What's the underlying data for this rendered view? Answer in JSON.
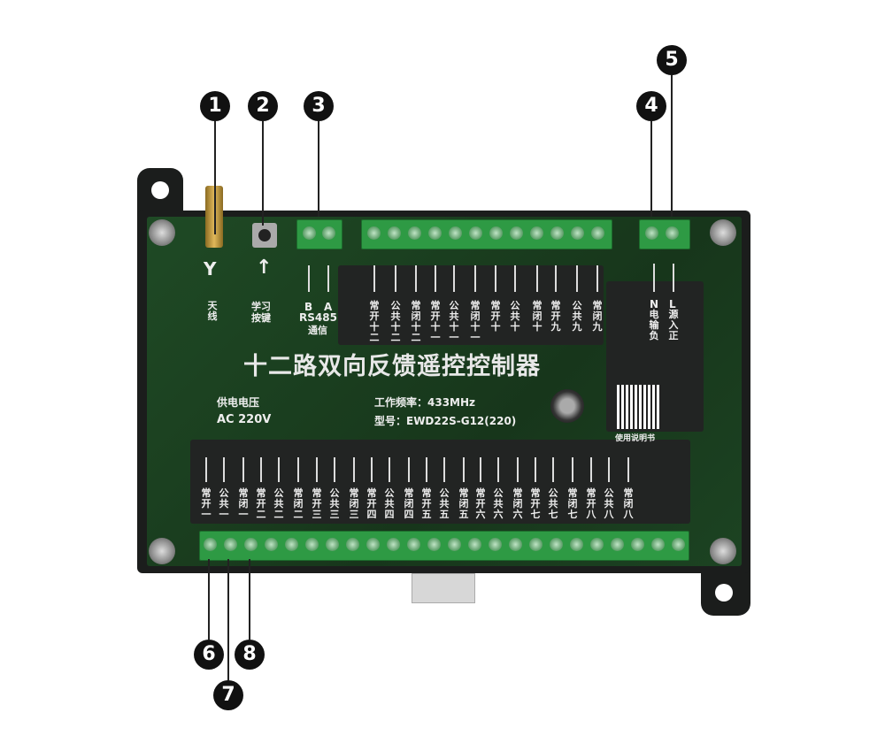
{
  "product": {
    "title": "十二路双向反馈遥控控制器",
    "supply_label": "供电电压",
    "supply_value": "AC 220V",
    "frequency": "工作频率：433MHz",
    "model": "型号：EWD22S-G12(220)",
    "manual": "使用说明书"
  },
  "board_labels": {
    "antenna": "天线",
    "learn_button": "学习按键",
    "rs485_b": "B",
    "rs485_a": "A",
    "rs485": "RS485",
    "rs485_comm": "通信",
    "n": "N",
    "n_chars": "电输负",
    "l": "L",
    "l_chars": "源入正"
  },
  "top_relay_labels": [
    "常开十二",
    "公共十二",
    "常闭十二",
    "常开十一",
    "公共十一",
    "常闭十一",
    "常开十",
    "公共十",
    "常闭十",
    "常开九",
    "公共九",
    "常闭九"
  ],
  "bottom_relay_labels": [
    "常开一",
    "公共一",
    "常闭一",
    "常开二",
    "公共二",
    "常闭二",
    "常开三",
    "公共三",
    "常闭三",
    "常开四",
    "公共四",
    "常闭四",
    "常开五",
    "公共五",
    "常闭五",
    "常开六",
    "公共六",
    "常闭六",
    "常开七",
    "公共七",
    "常闭七",
    "常开八",
    "公共八",
    "常闭八"
  ],
  "callouts": [
    "1",
    "2",
    "3",
    "4",
    "5",
    "6",
    "7",
    "8"
  ],
  "colors": {
    "pcb": "#1f4a25",
    "terminal": "#2e9a44",
    "callout": "#111111"
  }
}
